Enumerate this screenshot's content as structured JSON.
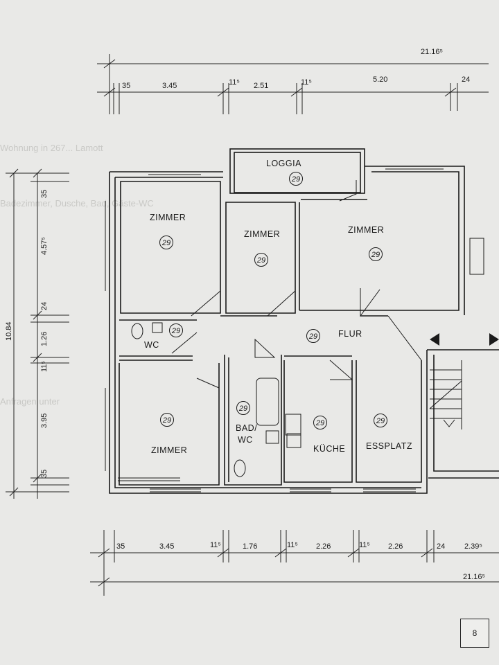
{
  "plan": {
    "rooms": [
      {
        "id": "loggia",
        "label": "LOGGIA",
        "number": "29"
      },
      {
        "id": "zimmer-1",
        "label": "ZIMMER",
        "number": "29"
      },
      {
        "id": "zimmer-2",
        "label": "ZIMMER",
        "number": "29"
      },
      {
        "id": "zimmer-3",
        "label": "ZIMMER",
        "number": "29"
      },
      {
        "id": "wc",
        "label": "WC",
        "number": "29"
      },
      {
        "id": "flur",
        "label": "FLUR",
        "number": "29"
      },
      {
        "id": "zimmer-4",
        "label": "ZIMMER",
        "number": "29"
      },
      {
        "id": "bad",
        "label": "BAD/",
        "label2": "WC",
        "number": "29"
      },
      {
        "id": "kueche",
        "label": "KÜCHE",
        "number": "29"
      },
      {
        "id": "essplatz",
        "label": "ESSPLATZ",
        "number": "29"
      }
    ],
    "dims_top": {
      "total": "21.16⁵",
      "segments": [
        "35",
        "3.45",
        "11⁵",
        "2.51",
        "11⁵",
        "5.20",
        "24"
      ]
    },
    "dims_bottom": {
      "total": "21.16⁵",
      "segments": [
        "35",
        "3.45",
        "11⁵",
        "1.76",
        "11⁵",
        "2.26",
        "11⁵",
        "2.26",
        "24",
        "2.39⁵"
      ]
    },
    "dims_left": {
      "total": "10.84",
      "segments": [
        "35",
        "4.57⁵",
        "24",
        "1.26",
        "11⁵",
        "3.95",
        "35"
      ]
    },
    "background_text": [
      "Wohnung in 267... Lamott",
      "Badezimmer, Dusche, Bad, Gäste-WC",
      "Anfragen unter"
    ]
  },
  "page_number": "8"
}
